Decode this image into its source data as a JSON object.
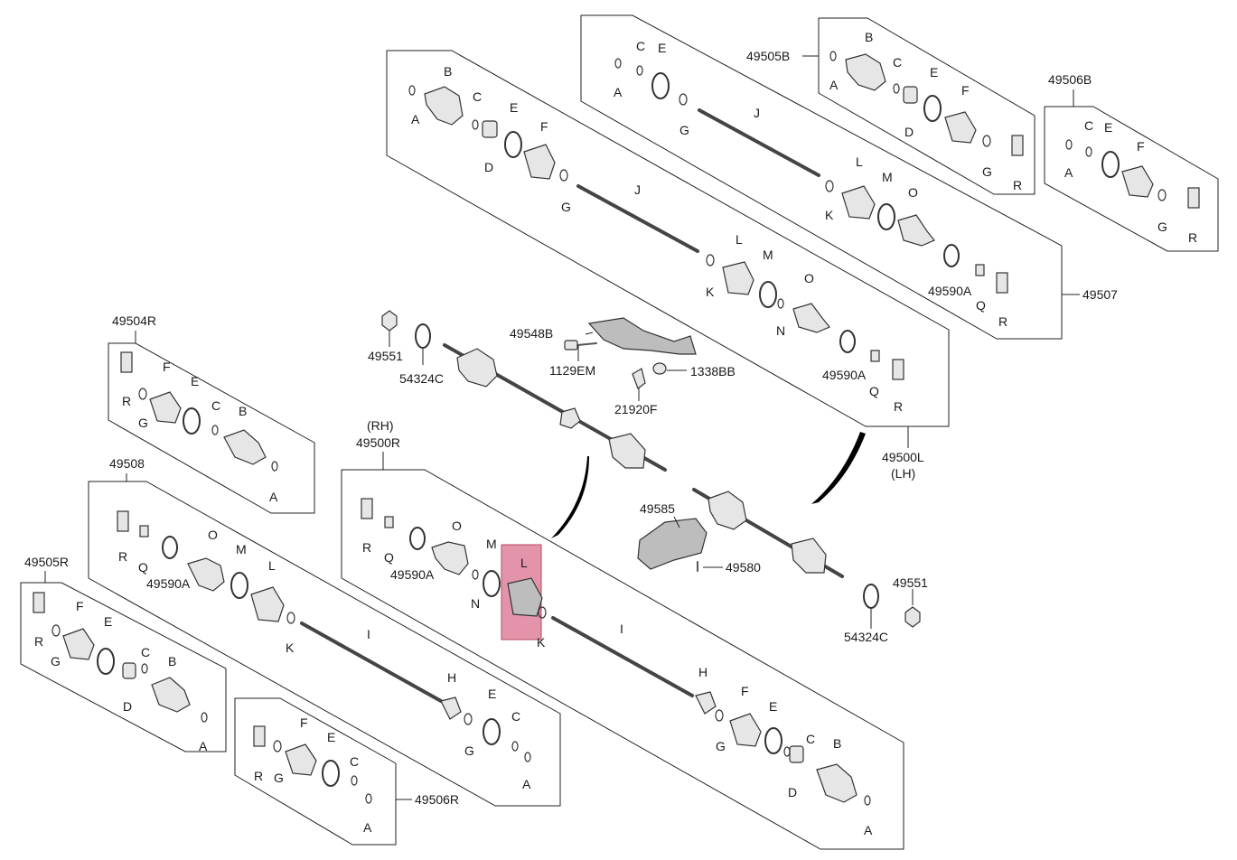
{
  "labels": {
    "p49507": "49507",
    "p49505B": "49505B",
    "p49506B": "49506B",
    "p49500L": "49500L",
    "lh": "(LH)",
    "rh": "(RH)",
    "p49500R": "49500R",
    "p49504R": "49504R",
    "p49508": "49508",
    "p49505R": "49505R",
    "p49506R": "49506R",
    "p49551": "49551",
    "p54324C": "54324C",
    "p49548B": "49548B",
    "p1129EM": "1129EM",
    "p1338BB": "1338BB",
    "p21920F": "21920F",
    "p49585": "49585",
    "p49580": "49580",
    "p49590A": "49590A",
    "A": "A",
    "B": "B",
    "C": "C",
    "D": "D",
    "E": "E",
    "F": "F",
    "G": "G",
    "H": "H",
    "I": "I",
    "J": "J",
    "K": "K",
    "L": "L",
    "M": "M",
    "N": "N",
    "O": "O",
    "Q": "Q",
    "R": "R"
  },
  "highlight": {
    "part": "L",
    "color": "#d9708f"
  }
}
